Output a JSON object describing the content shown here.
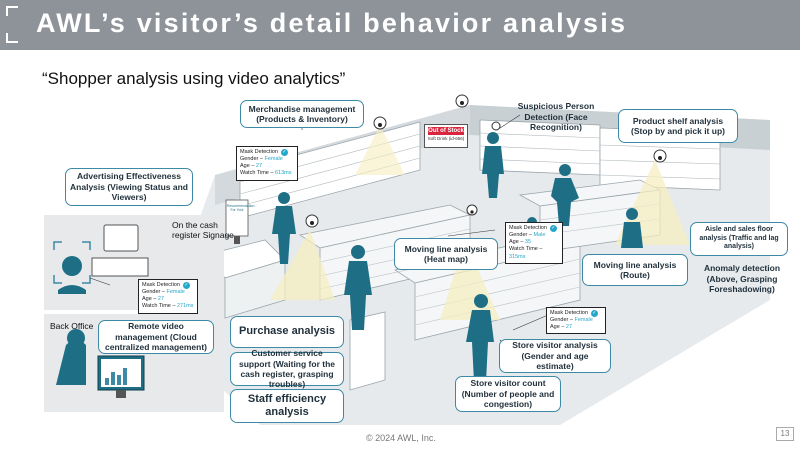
{
  "header": {
    "title": "AWL’s visitor’s detail behavior analysis"
  },
  "subtitle": "“Shopper analysis using video analytics”",
  "callouts": {
    "merchandise": "Merchandise management (Products & Inventory)",
    "suspicious": "Suspicious Person Detection (Face Recognition)",
    "shelf": "Product shelf analysis (Stop by and pick it up)",
    "advertising": "Advertising Effectiveness Analysis (Viewing Status and Viewers)",
    "moving_heat": "Moving line analysis (Heat map)",
    "aisle": "Aisle and sales floor analysis (Traffic and lag analysis)",
    "moving_route": "Moving line analysis (Route)",
    "anomaly": "Anomaly detection (Above, Grasping Foreshadowing)",
    "remote": "Remote video management (Cloud centralized management)",
    "purchase": "Purchase analysis",
    "customer_service": "Customer service support (Waiting for the cash register, grasping troubles)",
    "staff": "Staff efficiency analysis",
    "visitor_analysis": "Store visitor analysis (Gender and age estimate)",
    "visitor_count": "Store visitor count (Number of people and congestion)"
  },
  "labels": {
    "cash_signage": "On the cash register Signage",
    "back_office": "Back Office",
    "out_of_stock": "Out of Stock",
    "soft_drink": "Soft Drink (id-656)",
    "signage_screen": "Recommendation For You!"
  },
  "cards": [
    {
      "title": "Mask Detection",
      "gender_k": "Gender – ",
      "gender_v": "Female",
      "age_k": "Age – ",
      "age_v": "27",
      "watch_k": "Watch Time – ",
      "watch_v": "613ms"
    },
    {
      "title": "Mask Detection",
      "gender_k": "Gender – ",
      "gender_v": "Male",
      "age_k": "Age – ",
      "age_v": "35",
      "watch_k": "Watch Time – ",
      "watch_v": "315ms"
    },
    {
      "title": "Mask Detection",
      "gender_k": "Gender – ",
      "gender_v": "Female",
      "age_k": "Age – ",
      "age_v": "27",
      "watch_k": "Watch Time – ",
      "watch_v": "271ms"
    },
    {
      "title": "Mask Detection",
      "gender_k": "Gender – ",
      "gender_v": "Female",
      "age_k": "Age – ",
      "age_v": "27"
    }
  ],
  "footer": "© 2024 AWL, Inc.",
  "page_number": "13",
  "colors": {
    "header": "#8e9399",
    "callout_border": "#3d8aa6",
    "accent": "#25a7c9",
    "figure": "#1e6f86",
    "store": "#cfd6da",
    "light_cone": "#f6eec0"
  }
}
